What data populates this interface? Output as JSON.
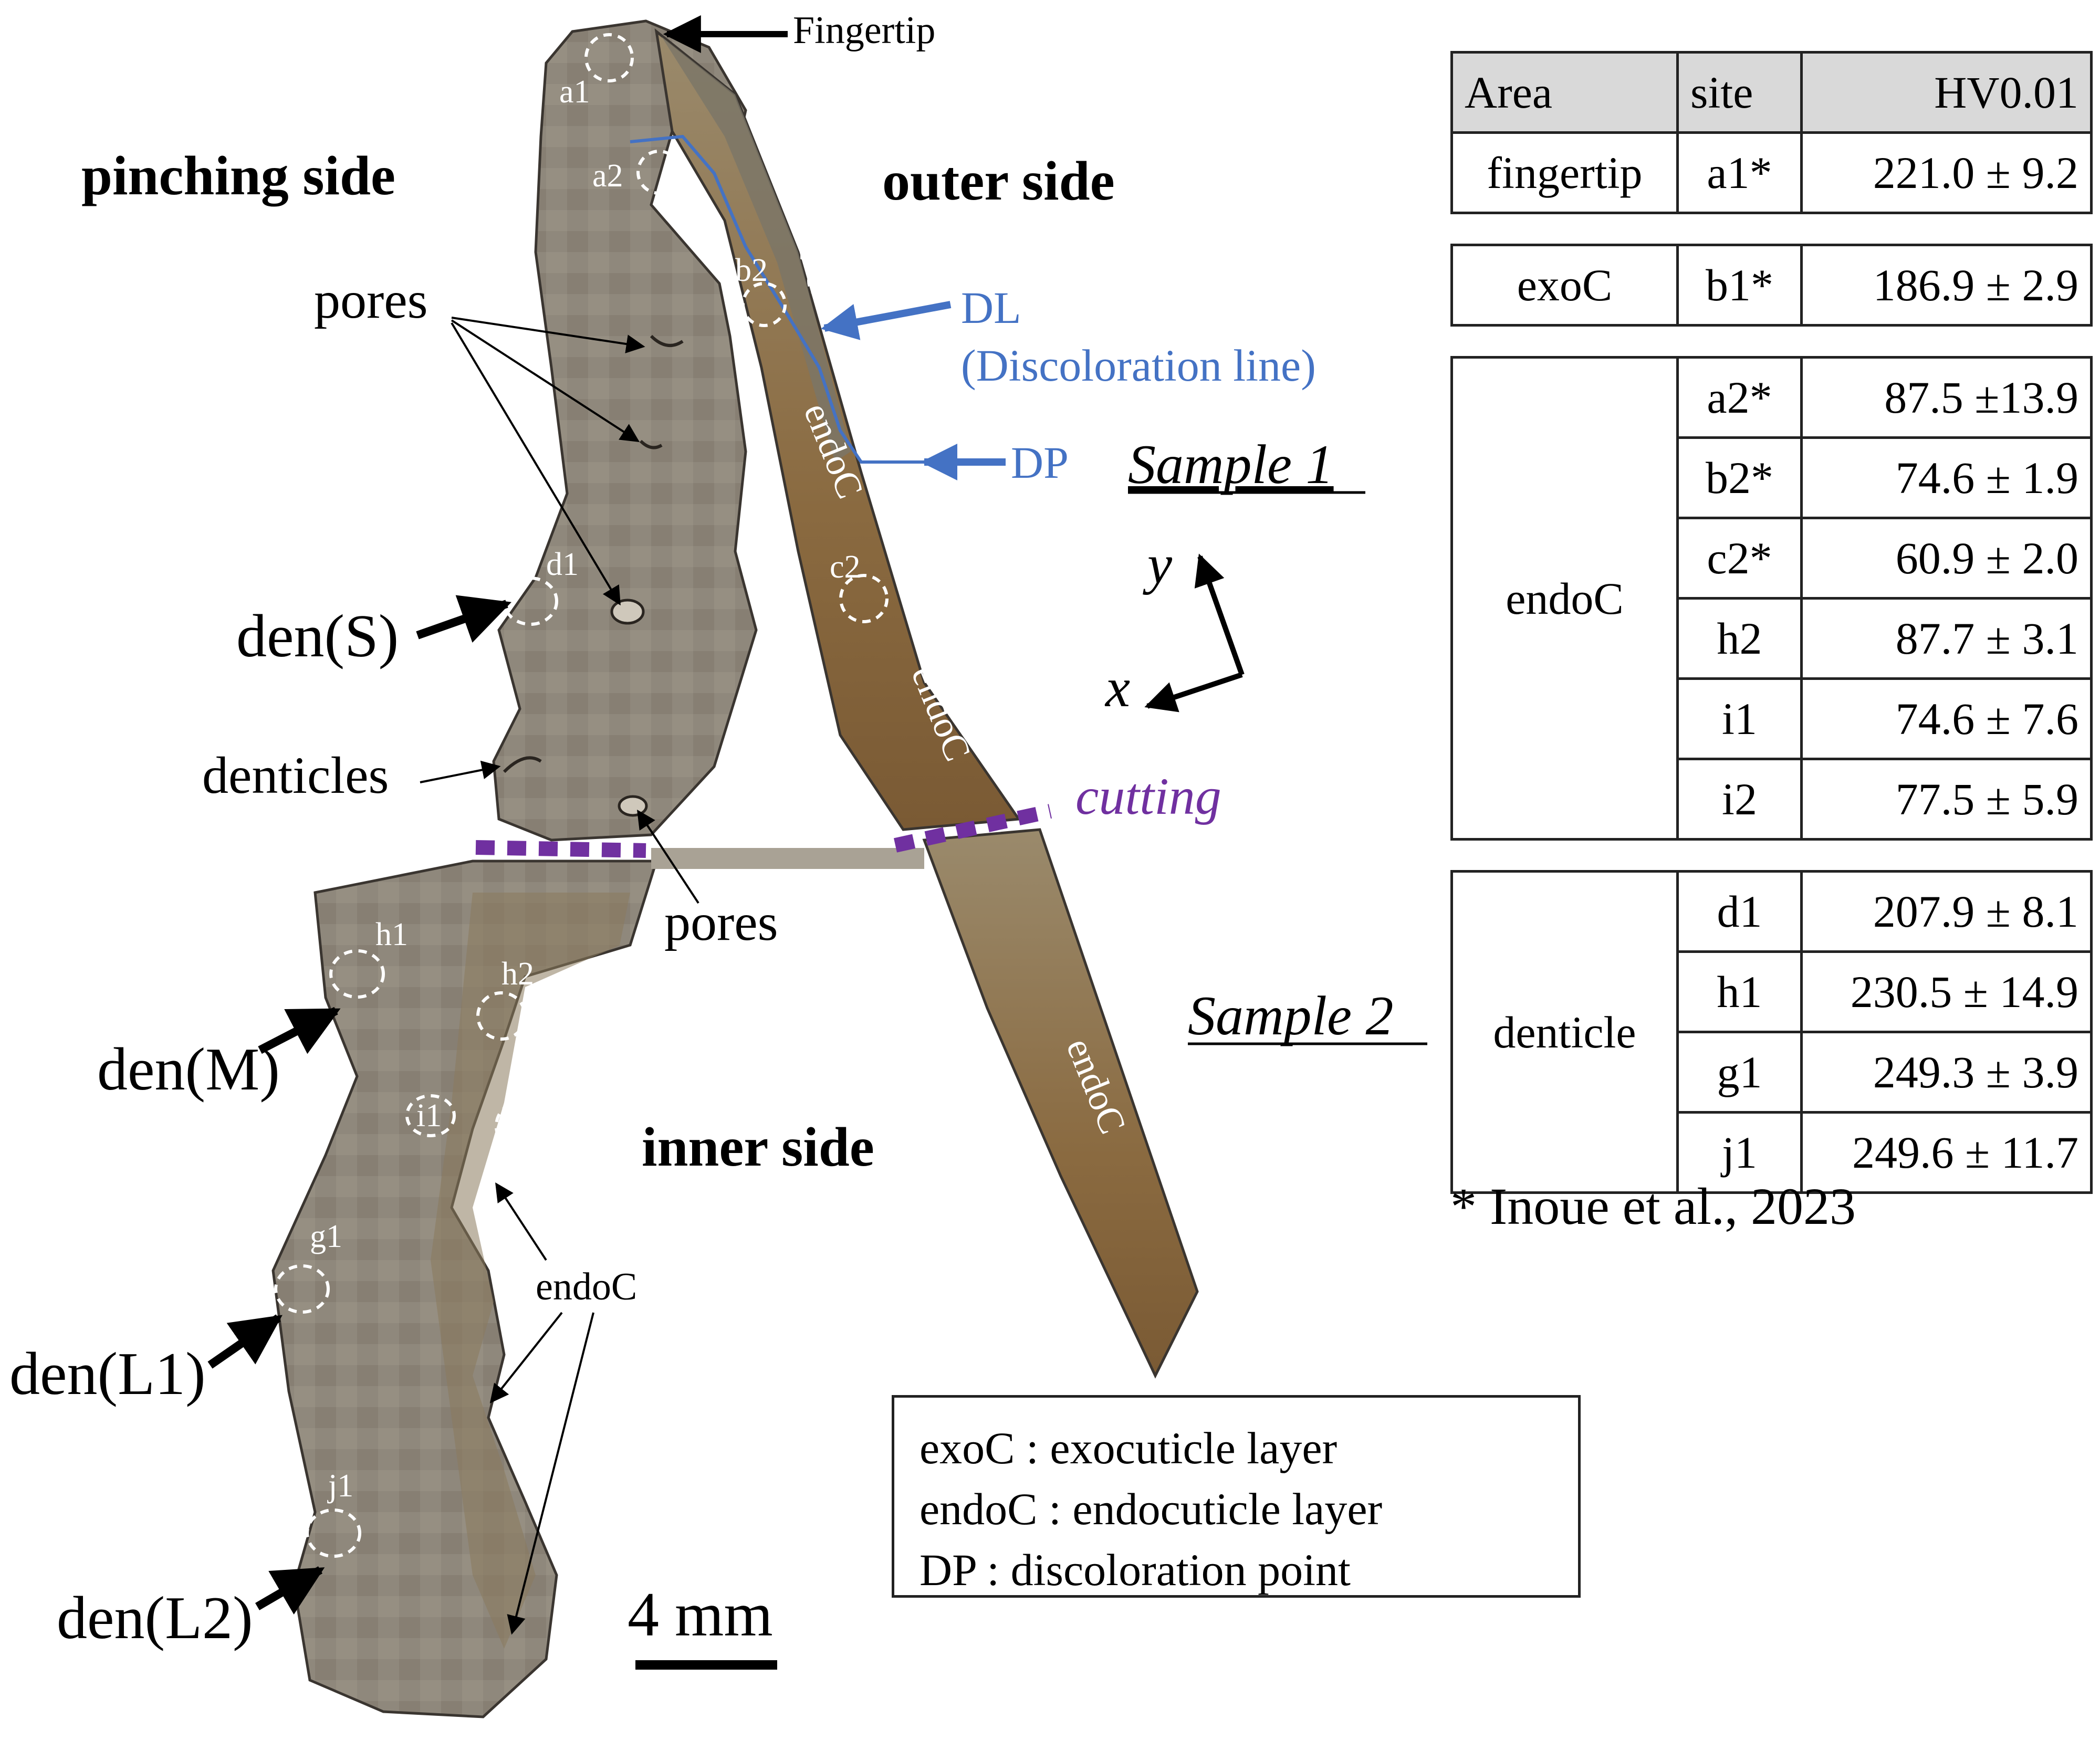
{
  "figure": {
    "pointer_labels": {
      "fingertip": "Fingertip",
      "pores_top": "pores",
      "pores_bottom": "pores",
      "denticles": "denticles",
      "den_s": "den(S)",
      "den_m": "den(M)",
      "den_l1": "den(L1)",
      "den_l2": "den(L2)",
      "dl_line1": "DL",
      "dl_line2": "(Discoloration line)",
      "dp": "DP",
      "cutting": "cutting"
    },
    "region_labels": {
      "pinching_side": "pinching side",
      "outer_side": "outer side",
      "inner_side": "inner side",
      "sample1": "Sample 1",
      "sample2": "Sample 2"
    },
    "layer_labels": {
      "exoc": "exoC",
      "endoc1": "endoC",
      "endoc2": "endoC",
      "endoc3": "endoC",
      "endoc_inner": "endoC"
    },
    "axes": {
      "y": "y",
      "x": "x"
    },
    "sites": {
      "a1": "a1",
      "a2": "a2",
      "b1": "b1",
      "b2": "b2",
      "c2": "c2",
      "d1": "d1",
      "h1": "h1",
      "h2": "h2",
      "i1": "i1",
      "i2": "i2",
      "g1": "g1",
      "j1": "j1"
    },
    "scale_bar": "4 mm",
    "colors": {
      "dl_blue": "#4472c4",
      "cutting_purple": "#7030a0",
      "tissue": "#8c8578",
      "endo_brown": "#8a6a40"
    }
  },
  "table": {
    "headers": [
      "Area",
      "site",
      "HV0.01"
    ],
    "groups": [
      {
        "area": "fingertip",
        "rows": [
          {
            "site": "a1*",
            "value": "221.0 ± 9.2"
          }
        ]
      },
      {
        "area": "exoC",
        "rows": [
          {
            "site": "b1*",
            "value": "186.9 ± 2.9"
          }
        ]
      },
      {
        "area": "endoC",
        "rows": [
          {
            "site": "a2*",
            "value": "87.5 ±13.9"
          },
          {
            "site": "b2*",
            "value": "74.6 ± 1.9"
          },
          {
            "site": "c2*",
            "value": "60.9 ± 2.0"
          },
          {
            "site": "h2",
            "value": "87.7 ± 3.1"
          },
          {
            "site": "i1",
            "value": "74.6 ± 7.6"
          },
          {
            "site": "i2",
            "value": "77.5 ± 5.9"
          }
        ]
      },
      {
        "area": "denticle",
        "rows": [
          {
            "site": "d1",
            "value": "207.9 ± 8.1"
          },
          {
            "site": "h1",
            "value": "230.5 ± 14.9"
          },
          {
            "site": "g1",
            "value": "249.3 ± 3.9"
          },
          {
            "site": "j1",
            "value": "249.6 ± 11.7"
          }
        ]
      }
    ],
    "footnote": "* Inoue et al., 2023"
  },
  "legend": {
    "line1": "exoC : exocuticle layer",
    "line2": "endoC : endocuticle layer",
    "line3": "DP : discoloration point"
  }
}
